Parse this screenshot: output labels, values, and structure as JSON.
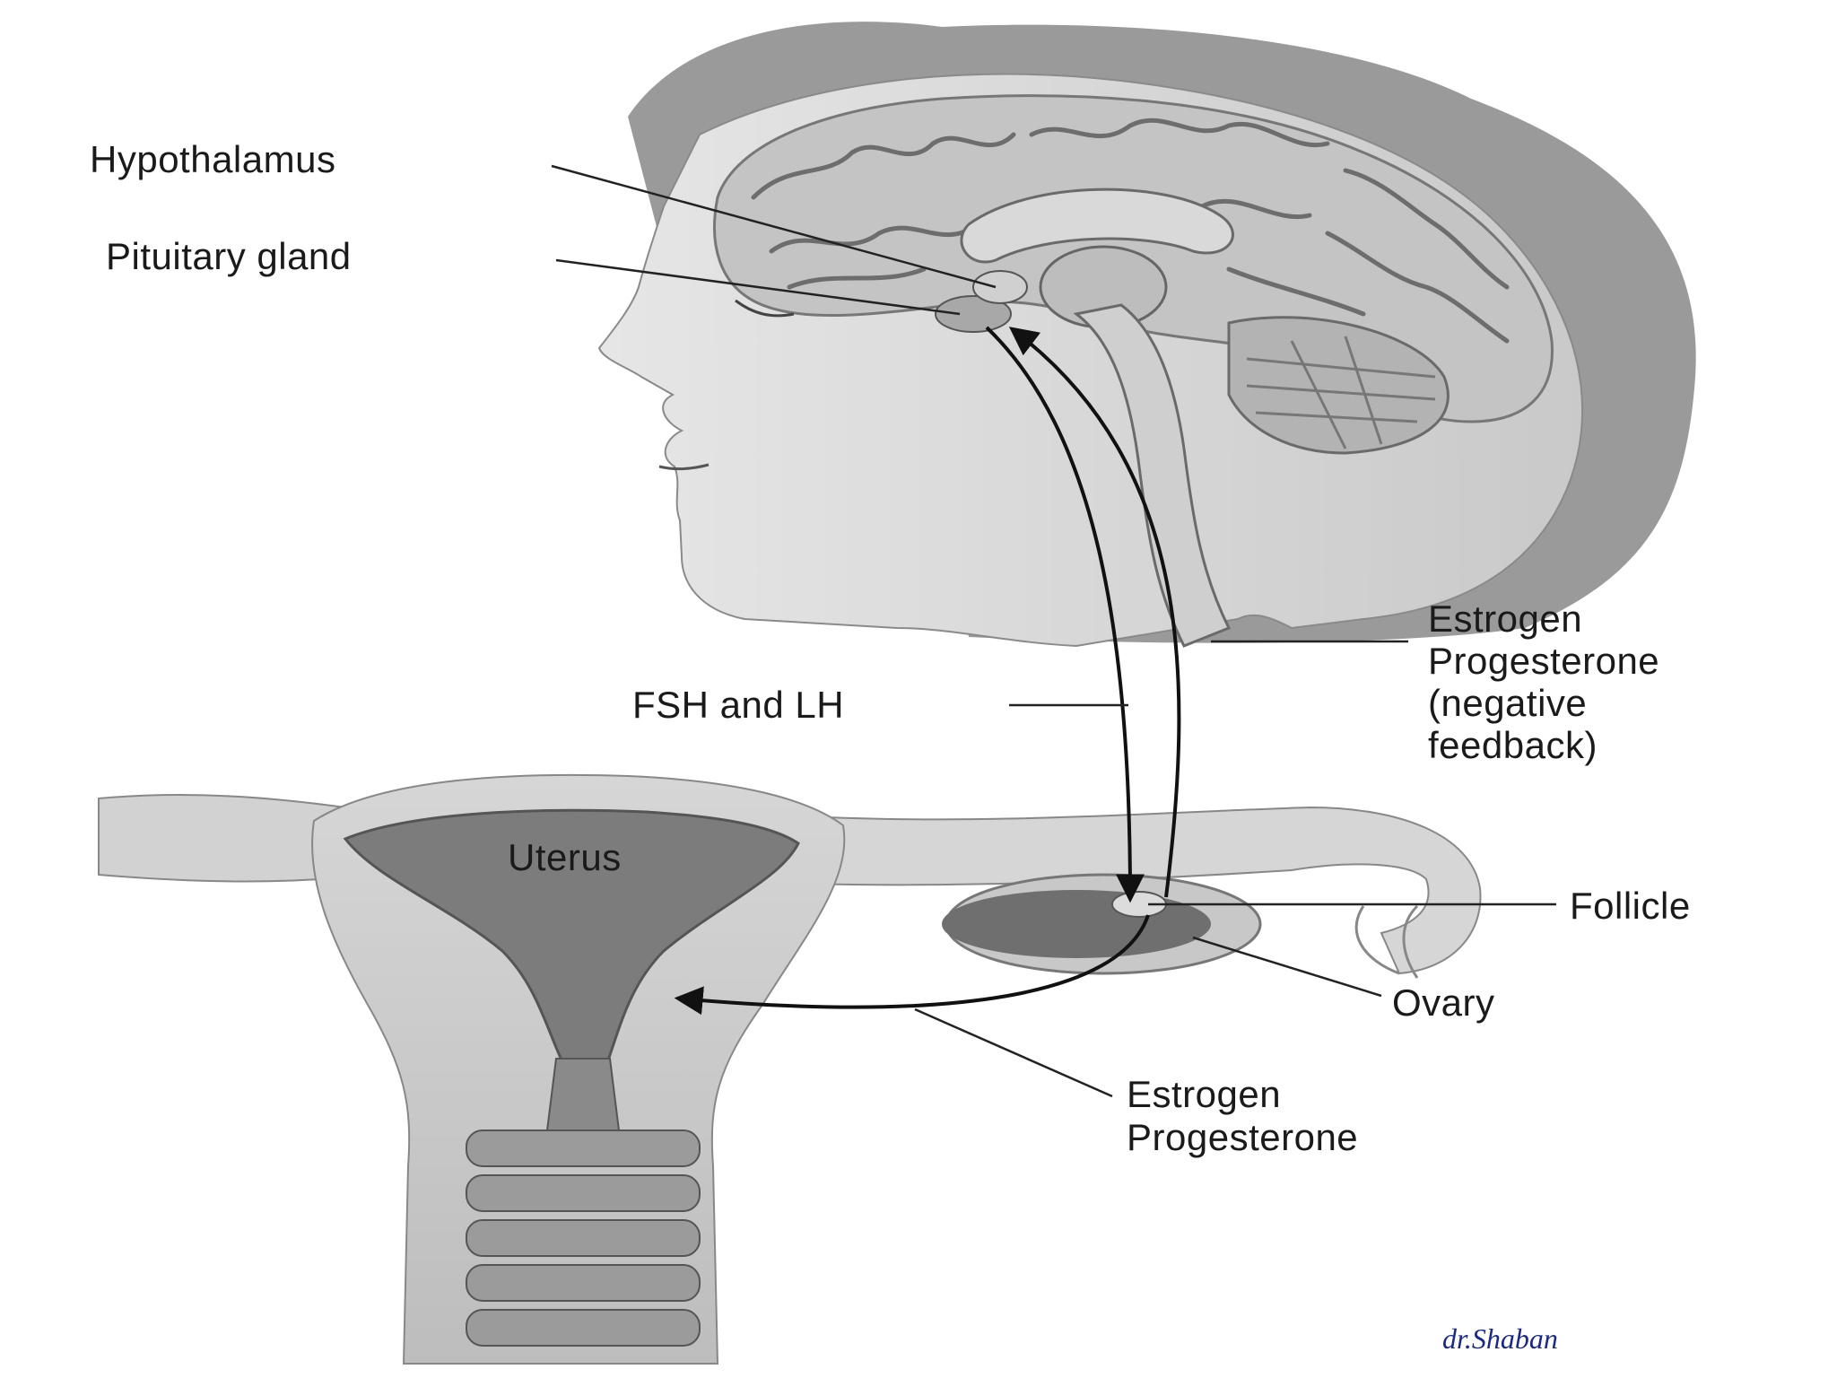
{
  "labels": {
    "hypothalamus": "Hypothalamus",
    "pituitary": "Pituitary gland",
    "fsh_lh": "FSH and LH",
    "feedback": [
      "Estrogen",
      "Progesterone",
      "(negative",
      "feedback)"
    ],
    "uterus": "Uterus",
    "follicle": "Follicle",
    "ovary": "Ovary",
    "estrogen_prog": [
      "Estrogen",
      "Progesterone"
    ]
  },
  "signature": "dr.Shaban",
  "colors": {
    "signature": "#1b2a8a",
    "arrow": "#111111",
    "line": "#222222"
  }
}
